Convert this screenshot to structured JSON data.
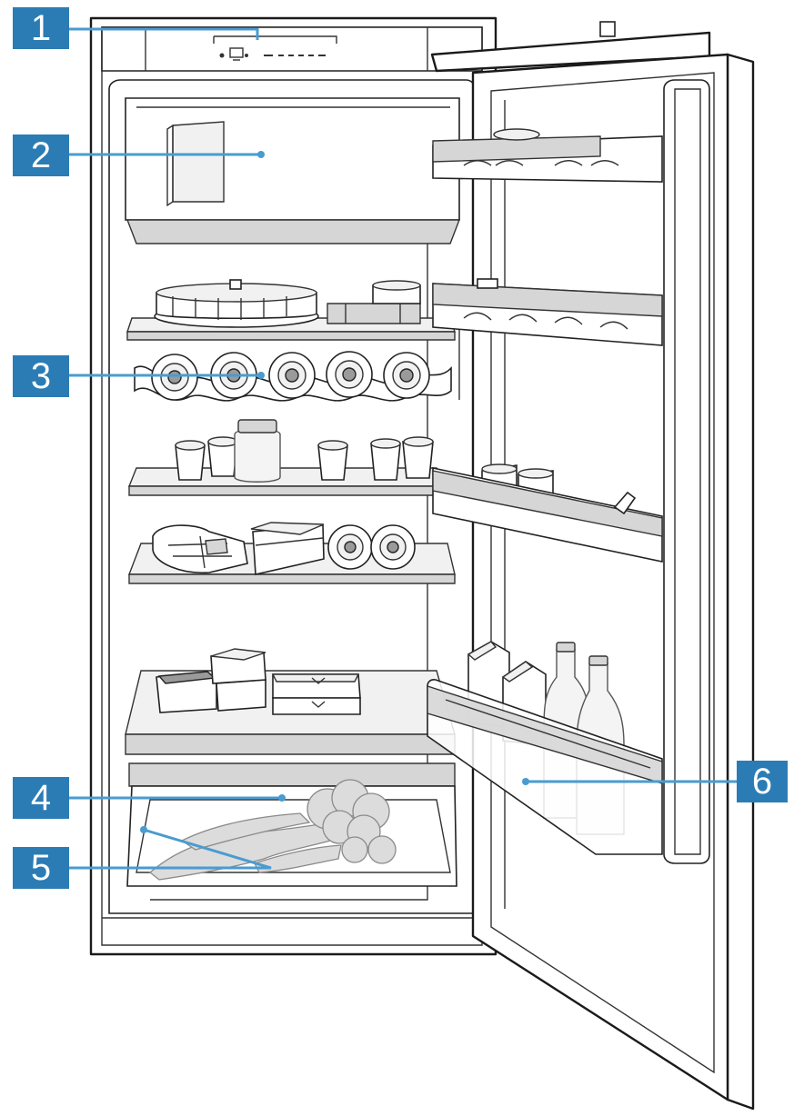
{
  "callouts": [
    {
      "id": "1",
      "label": "1"
    },
    {
      "id": "2",
      "label": "2"
    },
    {
      "id": "3",
      "label": "3"
    },
    {
      "id": "4",
      "label": "4"
    },
    {
      "id": "5",
      "label": "5"
    },
    {
      "id": "6",
      "label": "6"
    }
  ],
  "colors": {
    "callout_fill": "#2b7cb4",
    "callout_text": "#ffffff",
    "leader_line": "#4a9bd0",
    "line_art": "#1a1a1a"
  },
  "icons": {
    "control_panel": "display-icon"
  }
}
